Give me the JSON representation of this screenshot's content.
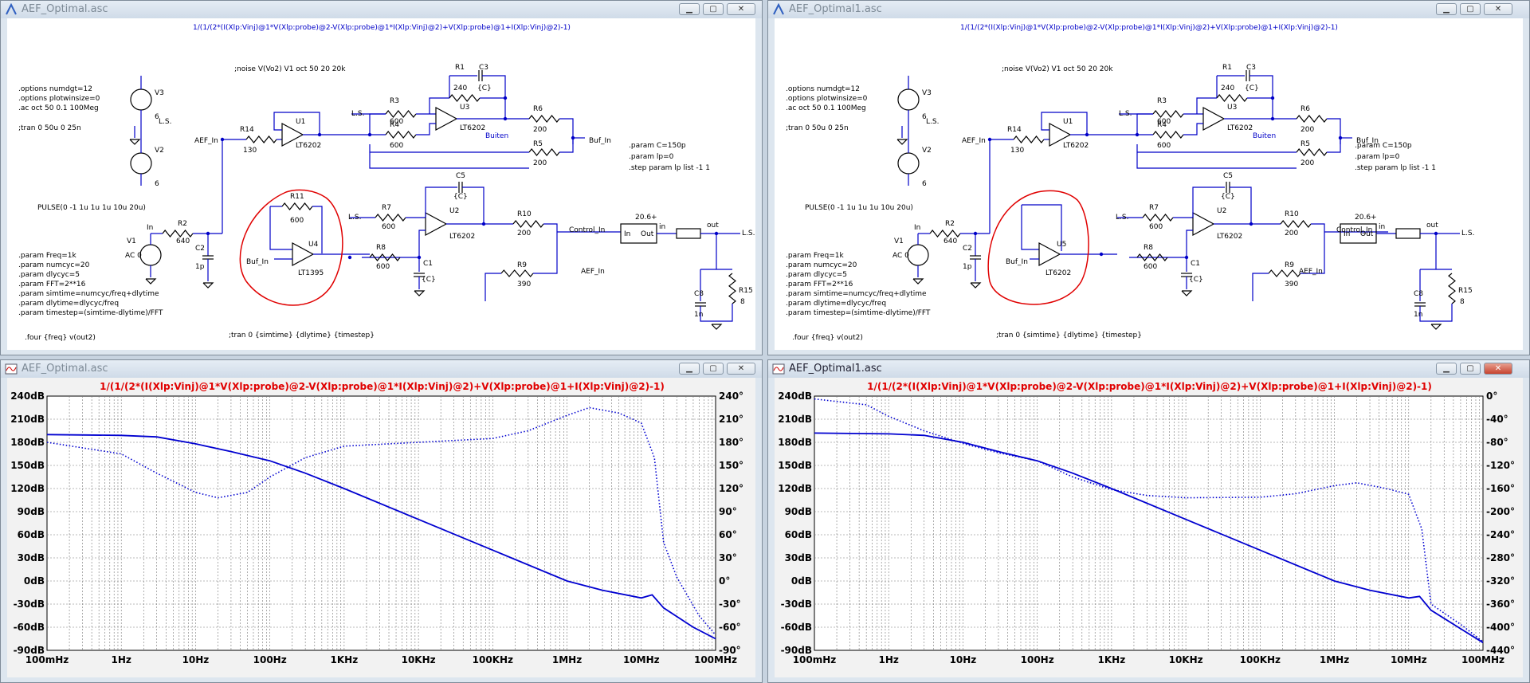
{
  "windows": {
    "schem1_title": "AEF_Optimal.asc",
    "schem2_title": "AEF_Optimal1.asc",
    "plot1_title": "AEF_Optimal.asc",
    "plot2_title": "AEF_Optimal1.asc"
  },
  "schematic": {
    "header": "1/(1/(2*(I(Xlp:Vinj)@1*V(Xlp:probe)@2-V(Xlp:probe)@1*I(Xlp:Vinj)@2)+V(Xlp:probe)@1+I(Xlp:Vinj)@2)-1)",
    "noise": ";noise V(Vo2) V1 oct 50 20 20k",
    "options": [
      ".options numdgt=12",
      ".options plotwinsize=0",
      ".ac oct 50 0.1 100Meg"
    ],
    "tran1": ";tran 0 50u 0 25n",
    "params_left": [
      ".param Freq=1k",
      ".param numcyc=20",
      ".param dlycyc=5",
      ".param FFT=2**16",
      ".param simtime=numcyc/freq+dlytime",
      ".param dlytime=dlycyc/freq",
      ".param timestep=(simtime-dlytime)/FFT"
    ],
    "four": ".four {freq} v(out2)",
    "tran2": ";tran 0 {simtime} {dlytime} {timestep}",
    "params_right": [
      ".param C=150p",
      ".param lp=0",
      ".step param lp list -1 1"
    ],
    "pulse": "PULSE(0 -1 1u 1u 1u 10u 20u)",
    "ac0": "AC 0",
    "buiten": "Buiten",
    "labels": {
      "v3": "V3",
      "v3val": "6",
      "ls": "L.S.",
      "v2": "V2",
      "v2val": "6",
      "v1": "V1",
      "in": "In",
      "r2": "R2",
      "r2val": "640",
      "c2": "C2",
      "c2val": "1p",
      "aef_in": "AEF_In",
      "r14": "R14",
      "r14val": "130",
      "u1": "U1",
      "u1part": "LT6202",
      "r1": "R1",
      "r1val": "240",
      "c3": "C3",
      "c3val": "{C}",
      "r3": "R3",
      "r3val": "600",
      "u3": "U3",
      "u3part": "LT6202",
      "r4": "R4",
      "r4val": "600",
      "r6": "R6",
      "r6val": "200",
      "r5": "R5",
      "r5val": "200",
      "buf_in": "Buf_In",
      "c5": "C5",
      "c5val": "{C}",
      "r7": "R7",
      "r7val": "600",
      "u2": "U2",
      "u2part": "LT6202",
      "r10": "R10",
      "r10val": "200",
      "r8": "R8",
      "r8val": "600",
      "c1": "C1",
      "c1val": "{C}",
      "r9": "R9",
      "r9val": "390",
      "control_in": "Control_In",
      "r11": "R11",
      "r11val": "600",
      "u4": "U4",
      "u4part": "LT1395",
      "u5": "U5",
      "u5part": "LT6202",
      "blk_in": "In",
      "blk_out": "Out",
      "gain": "20.6+",
      "in2": "in",
      "out": "out",
      "ls2": "L.S.",
      "aef_in2": "AEF_In",
      "c8": "C8",
      "c8val": "1n",
      "r15": "R15",
      "r15val": "8"
    }
  },
  "chart_data": [
    {
      "type": "line",
      "title": "1/(1/(2*(I(Xlp:Vinj)@1*V(Xlp:probe)@2-V(Xlp:probe)@1*I(Xlp:Vinj)@2)+V(Xlp:probe)@1+I(Xlp:Vinj)@2)-1)",
      "x_scale": "log",
      "xlim": [
        0.1,
        100000000
      ],
      "x_ticks": [
        "100mHz",
        "1Hz",
        "10Hz",
        "100Hz",
        "1KHz",
        "10KHz",
        "100KHz",
        "1MHz",
        "10MHz",
        "100MHz"
      ],
      "y_ticks": [
        "-90dB",
        "-60dB",
        "-30dB",
        "0dB",
        "30dB",
        "60dB",
        "90dB",
        "120dB",
        "150dB",
        "180dB",
        "210dB",
        "240dB"
      ],
      "ylim": [
        -90,
        240
      ],
      "y2_ticks": [
        "-90°",
        "-60°",
        "-30°",
        "0°",
        "30°",
        "60°",
        "90°",
        "120°",
        "150°",
        "180°",
        "210°",
        "240°"
      ],
      "y2lim": [
        -90,
        240
      ],
      "series": [
        {
          "style": "solid",
          "x": [
            0.1,
            1,
            3,
            10,
            30,
            100,
            300,
            1000,
            10000,
            100000,
            1000000,
            3000000,
            10000000,
            14000000,
            20000000,
            50000000,
            100000000
          ],
          "y": [
            190,
            189,
            187,
            178,
            168,
            156,
            140,
            120,
            80,
            40,
            0,
            -12,
            -22,
            -18,
            -35,
            -60,
            -75
          ]
        },
        {
          "style": "dotted",
          "y_axis": "right",
          "x": [
            0.1,
            1,
            3,
            10,
            20,
            50,
            100,
            300,
            1000,
            10000,
            100000,
            300000,
            1000000,
            2000000,
            5000000,
            10000000,
            15000000,
            20000000,
            30000000,
            60000000,
            100000000
          ],
          "y": [
            180,
            165,
            140,
            115,
            108,
            115,
            135,
            160,
            175,
            180,
            185,
            195,
            215,
            225,
            218,
            205,
            160,
            50,
            5,
            -45,
            -70
          ]
        }
      ]
    },
    {
      "type": "line",
      "title": "1/(1/(2*(I(Xlp:Vinj)@1*V(Xlp:probe)@2-V(Xlp:probe)@1*I(Xlp:Vinj)@2)+V(Xlp:probe)@1+I(Xlp:Vinj)@2)-1)",
      "x_scale": "log",
      "xlim": [
        0.1,
        100000000
      ],
      "x_ticks": [
        "100mHz",
        "1Hz",
        "10Hz",
        "100Hz",
        "1KHz",
        "10KHz",
        "100KHz",
        "1MHz",
        "10MHz",
        "100MHz"
      ],
      "y_ticks": [
        "-90dB",
        "-60dB",
        "-30dB",
        "0dB",
        "30dB",
        "60dB",
        "90dB",
        "120dB",
        "150dB",
        "180dB",
        "210dB",
        "240dB"
      ],
      "ylim": [
        -90,
        240
      ],
      "y2_ticks": [
        "-440°",
        "-400°",
        "-360°",
        "-320°",
        "-280°",
        "-240°",
        "-200°",
        "-160°",
        "-120°",
        "-80°",
        "-40°",
        "0°"
      ],
      "y2lim": [
        -440,
        0
      ],
      "series": [
        {
          "style": "solid",
          "x": [
            0.1,
            1,
            3,
            10,
            30,
            100,
            300,
            1000,
            10000,
            100000,
            1000000,
            3000000,
            10000000,
            14000000,
            20000000,
            50000000,
            100000000
          ],
          "y": [
            192,
            191,
            189,
            180,
            168,
            156,
            140,
            120,
            80,
            40,
            0,
            -12,
            -22,
            -20,
            -38,
            -62,
            -80
          ]
        },
        {
          "style": "dotted",
          "y_axis": "right",
          "x": [
            0.1,
            0.5,
            1,
            3,
            10,
            30,
            100,
            300,
            1000,
            3000,
            10000,
            100000,
            300000,
            1000000,
            2000000,
            5000000,
            10000000,
            15000000,
            20000000,
            50000000,
            100000000
          ],
          "y": [
            -5,
            -15,
            -35,
            -60,
            -82,
            -98,
            -112,
            -140,
            -162,
            -172,
            -176,
            -175,
            -169,
            -155,
            -150,
            -160,
            -170,
            -230,
            -360,
            -395,
            -425
          ]
        }
      ]
    }
  ]
}
